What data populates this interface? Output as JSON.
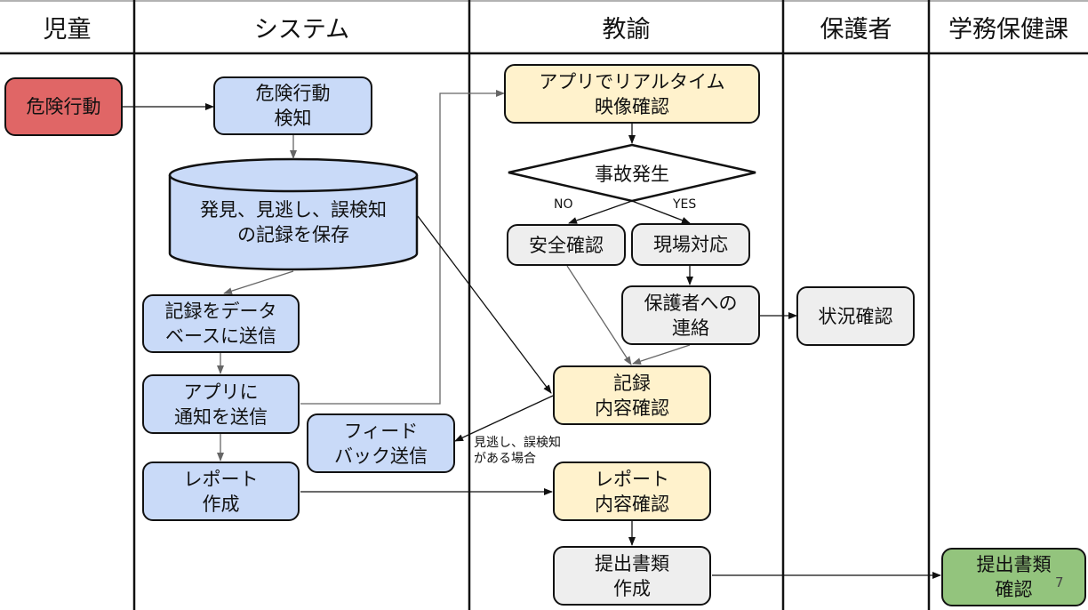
{
  "lanes": [
    {
      "id": "child",
      "label": "児童"
    },
    {
      "id": "system",
      "label": "システム"
    },
    {
      "id": "teacher",
      "label": "教諭"
    },
    {
      "id": "guardian",
      "label": "保護者"
    },
    {
      "id": "health_dept",
      "label": "学務保健課"
    }
  ],
  "nodes": {
    "danger_action": "危険行動",
    "danger_detect": "危険行動\n検知",
    "save_records": "発見、見逃し、誤検知\nの記録を保存",
    "send_db": "記録をデータ\nベースに送信",
    "notify_app": "アプリに\n通知を送信",
    "feedback": "フィード\nバック送信",
    "make_report": "レポート\n作成",
    "realtime_check": "アプリでリアルタイム\n映像確認",
    "accident": "事故発生",
    "safety_check": "安全確認",
    "onsite_response": "現場対応",
    "contact_guardian": "保護者への\n連絡",
    "record_check": "記録\n内容確認",
    "report_check": "レポート\n内容確認",
    "make_documents": "提出書類\n作成",
    "situation_check": "状況確認",
    "documents_check": "提出書類\n確認"
  },
  "edge_labels": {
    "no": "NO",
    "yes": "YES",
    "missed": "見逃し、誤検知\nがある場合"
  },
  "colors": {
    "child": "#e06666",
    "system": "#c9daf8",
    "teacher": "#fff2cc",
    "neutral": "#eeeeee",
    "health_dept": "#93c47d"
  },
  "page_number": "7"
}
